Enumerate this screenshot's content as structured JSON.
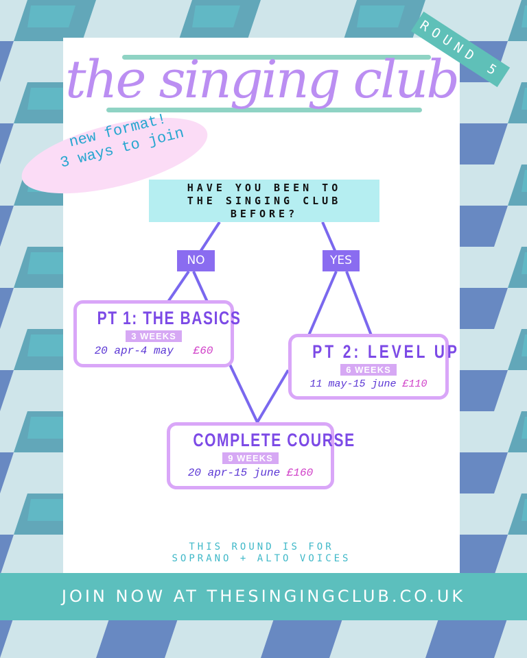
{
  "poster": {
    "title": "the singing club",
    "round_badge": "ROUND 5",
    "sticker": {
      "line1": "new format!",
      "line2": "3 ways to join"
    },
    "question": {
      "line1": "HAVE YOU BEEN TO",
      "line2": "THE SINGING CLUB",
      "line3": "BEFORE?"
    },
    "answers": {
      "no": "NO",
      "yes": "YES"
    },
    "options": [
      {
        "title": "PT 1: THE BASICS",
        "duration": "3 WEEKS",
        "dates": "20 apr-4 may",
        "price": "£60"
      },
      {
        "title": "PT 2: LEVEL UP",
        "duration": "6 WEEKS",
        "dates": "11 may-15 june",
        "price": "£110"
      },
      {
        "title": "COMPLETE COURSE",
        "duration": "9 WEEKS",
        "dates": "20 apr-15 june",
        "price": "£160"
      }
    ],
    "voices": {
      "line1": "THIS ROUND IS FOR",
      "line2": "SOPRANO + ALTO VOICES"
    },
    "footer": "JOIN NOW AT THESINGINGCLUB.CO.UK"
  },
  "colors": {
    "accent": "#bb8ef2",
    "teal": "#5cbfbd",
    "purple": "#7c4ae6",
    "price": "#d040c8"
  }
}
